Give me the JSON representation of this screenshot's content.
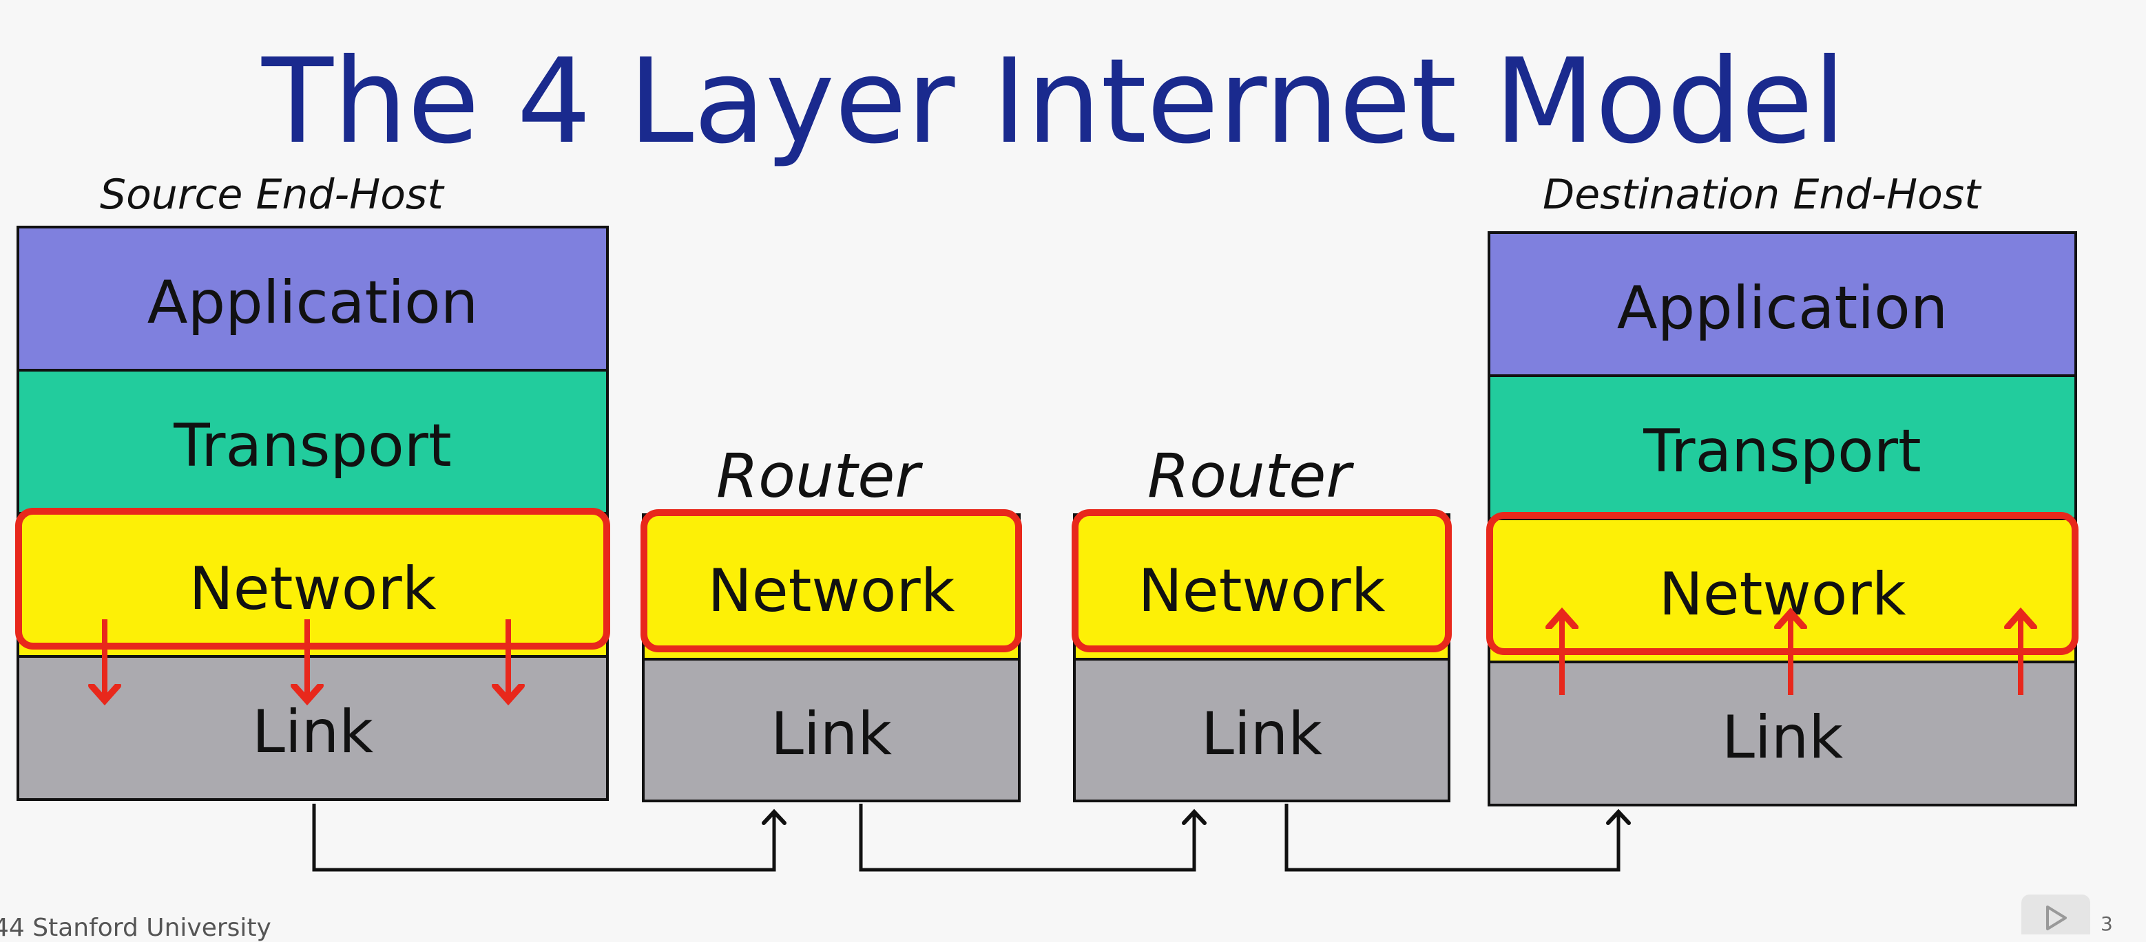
{
  "title": "The 4 Layer Internet Model",
  "source_host": {
    "label": "Source End-Host",
    "layers": [
      "Application",
      "Transport",
      "Network",
      "Link"
    ]
  },
  "router_1": {
    "label": "Router",
    "layers": [
      "Network",
      "Link"
    ]
  },
  "router_2": {
    "label": "Router",
    "layers": [
      "Network",
      "Link"
    ]
  },
  "destination_host": {
    "label": "Destination End-Host",
    "layers": [
      "Application",
      "Transport",
      "Network",
      "Link"
    ]
  },
  "colors": {
    "title": "#1a2a8e",
    "application": "#7f80de",
    "transport": "#22cc9d",
    "network": "#fdf006",
    "link": "#abaaaf",
    "highlight": "#e8281c"
  },
  "footer": {
    "text": "44 Stanford University",
    "page_number": "3"
  }
}
